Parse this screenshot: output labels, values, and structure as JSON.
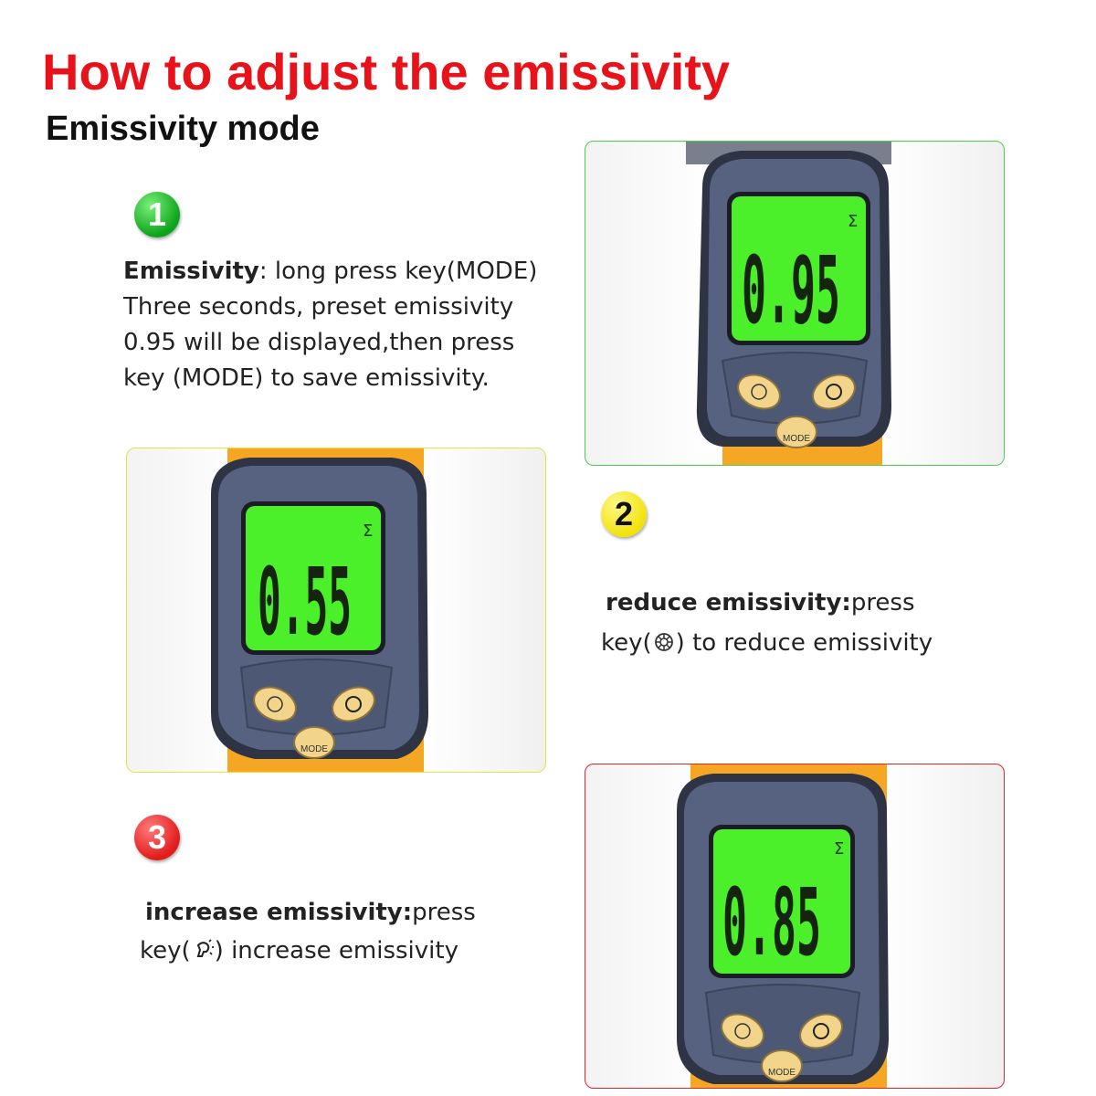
{
  "header": {
    "title": "How to adjust the emissivity",
    "subtitle": "Emissivity mode"
  },
  "steps": [
    {
      "number": "1",
      "bold": "Emissivity",
      "lines": [
        ": long  press  key(MODE)",
        "Three seconds, preset emissivity",
        "0.95 will be displayed,then press",
        "key (MODE) to save emissivity."
      ]
    },
    {
      "number": "2",
      "bold": "reduce  emissivity:",
      "line1_rest": "press",
      "line2_pre": "key(",
      "line2_post": ") to reduce  emissivity"
    },
    {
      "number": "3",
      "bold": "increase  emissivity:",
      "line1_rest": "press",
      "line2_pre": "key(",
      "line2_post": ")  increase  emissivity"
    }
  ],
  "devices": [
    {
      "reading": "0.95",
      "symbol": "Σ",
      "mode_label": "MODE",
      "frame_color": "#4cd14c"
    },
    {
      "reading": "0.55",
      "symbol": "Σ",
      "mode_label": "MODE",
      "frame_color": "#e3e34a"
    },
    {
      "reading": "0.85",
      "symbol": "Σ",
      "mode_label": "MODE",
      "frame_color": "#d9282f"
    }
  ],
  "colors": {
    "title": "#e8121b",
    "lcd": "#4cf02a",
    "body": "#4f5a75",
    "orange": "#f5a623",
    "button": "#f2d48a"
  }
}
